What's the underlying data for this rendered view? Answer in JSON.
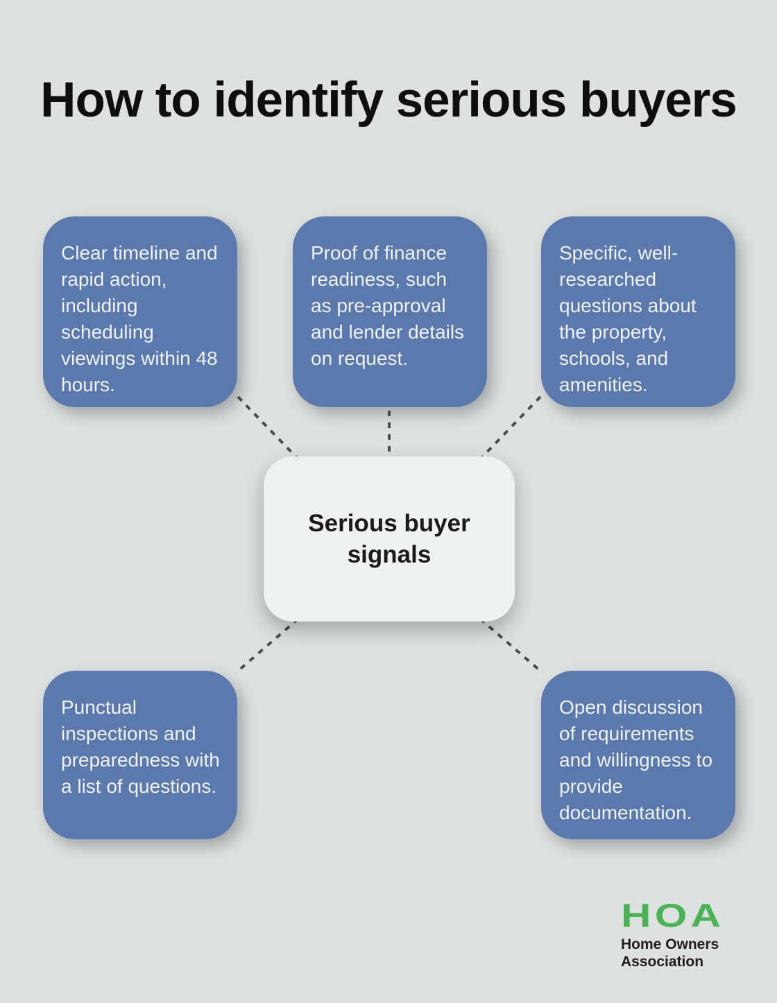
{
  "title": "How to identify serious buyers",
  "center_node": {
    "label": "Serious buyer signals"
  },
  "nodes": [
    {
      "position": "top-left",
      "text": "Clear timeline and rapid action, including scheduling viewings within 48 hours."
    },
    {
      "position": "top-center",
      "text": "Proof of finance readiness, such as pre-approval and lender details on request."
    },
    {
      "position": "top-right",
      "text": "Specific, well-researched questions about the property, schools, and amenities."
    },
    {
      "position": "bottom-left",
      "text": "Punctual inspections and preparedness with a list of questions."
    },
    {
      "position": "bottom-right",
      "text": "Open discussion of requirements and willingness to provide documentation."
    }
  ],
  "logo": {
    "acronym": "HOA",
    "name_line1": "Home Owners",
    "name_line2": "Association"
  },
  "colors": {
    "background": "#dee1e0",
    "node_fill": "#5b79ac",
    "node_text": "#eef2f4",
    "center_fill": "#f0f2f1",
    "center_text": "#1a1a1a",
    "connector": "#4a4d4d",
    "title_text": "#0e0e0e",
    "logo_green": "#4bb257",
    "logo_text": "#1c1c1c"
  }
}
